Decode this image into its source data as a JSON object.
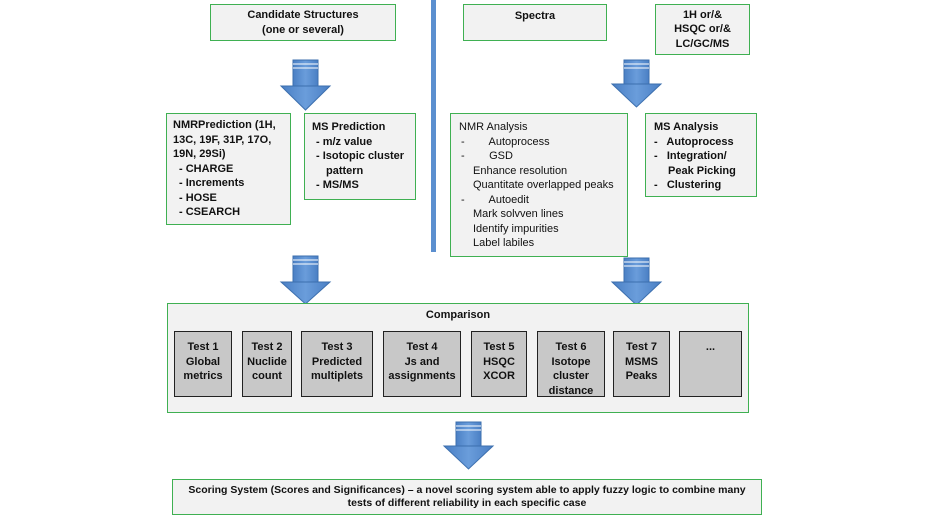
{
  "candidate": {
    "title": "Candidate Structures",
    "subtitle": "(one or several)"
  },
  "spectra": {
    "title": "Spectra"
  },
  "spectra_types": {
    "lines": [
      "1H or/&",
      "HSQC or/&",
      "LC/GC/MS"
    ]
  },
  "nmr_prediction": {
    "title_lines": [
      "NMRPrediction (1H,",
      "13C, 19F, 31P, 17O,",
      "19N, 29Si)"
    ],
    "items": [
      "- CHARGE",
      "- Increments",
      "- HOSE",
      "- CSEARCH"
    ]
  },
  "ms_prediction": {
    "title": "MS Prediction",
    "items": [
      "- m/z value",
      "- Isotopic cluster",
      "pattern",
      "- MS/MS"
    ]
  },
  "nmr_analysis": {
    "title": "NMR Analysis",
    "lines": [
      "-        Autoprocess",
      "-        GSD",
      "Enhance resolution",
      "Quantitate overlapped peaks",
      "-        Autoedit",
      "Mark solvven lines",
      "Identify impurities",
      "Label labiles"
    ]
  },
  "ms_analysis": {
    "title": "MS Analysis",
    "items": [
      "-   Autoprocess",
      "-   Integration/",
      "Peak Picking",
      "-   Clustering"
    ]
  },
  "comparison": {
    "title": "Comparison",
    "tests": [
      {
        "lines": [
          "Test 1",
          "Global",
          "metrics"
        ]
      },
      {
        "lines": [
          "Test 2",
          "Nuclide",
          "count"
        ]
      },
      {
        "lines": [
          "Test 3",
          "Predicted",
          "multiplets"
        ]
      },
      {
        "lines": [
          "Test 4",
          "Js and",
          "assignments"
        ]
      },
      {
        "lines": [
          "Test 5",
          "HSQC",
          "XCOR"
        ]
      },
      {
        "lines": [
          "Test 6",
          "Isotope",
          "cluster",
          "distance"
        ]
      },
      {
        "lines": [
          "Test 7",
          "MSMS",
          "Peaks"
        ]
      },
      {
        "lines": [
          "..."
        ]
      }
    ]
  },
  "scoring": {
    "lines": [
      "Scoring System (Scores and Significances) – a novel scoring system able to apply fuzzy logic to combine many",
      "tests of different reliability in each specific case"
    ]
  },
  "colors": {
    "box_border": "#3fb052",
    "box_fill": "#f2f2f2",
    "arrow": "#5b8fcf",
    "test_fill": "#c8c8c8"
  }
}
